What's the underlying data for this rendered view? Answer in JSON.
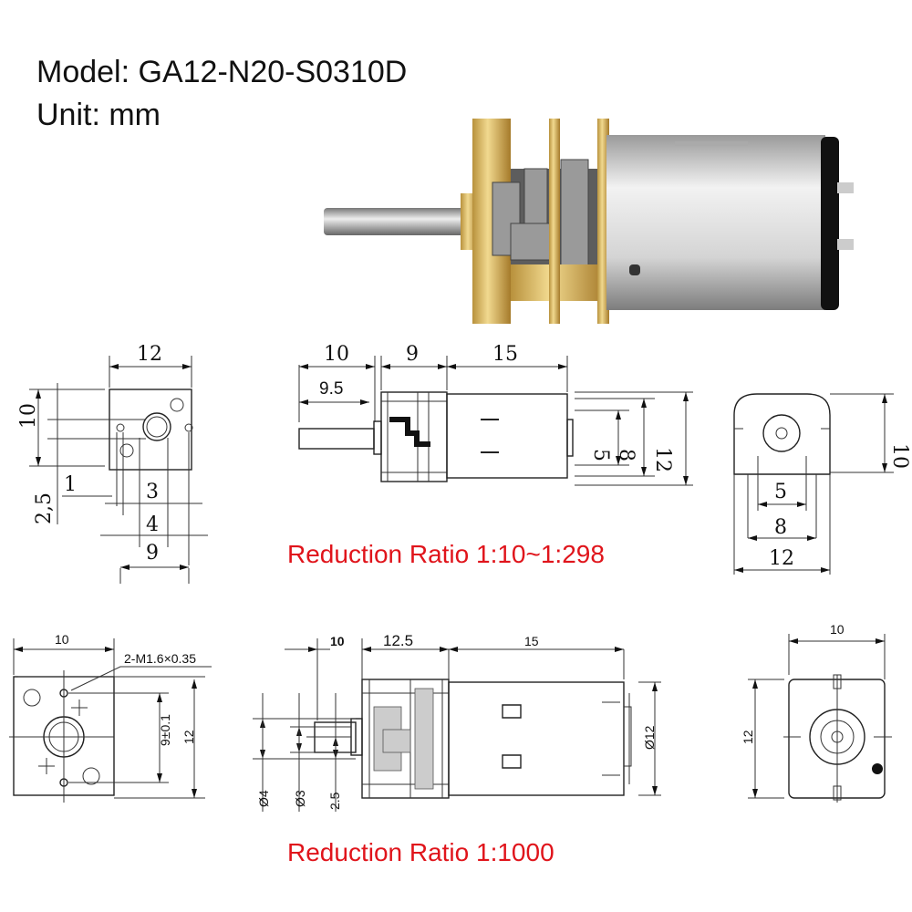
{
  "header": {
    "model_label": "Model:",
    "model_value": "GA12-N20-S0310D",
    "unit": "Unit: mm"
  },
  "top_drawings": {
    "front": {
      "width": "12",
      "height": "10",
      "offset": "2,5",
      "d1": "1",
      "d3": "3",
      "d4": "4",
      "d9": "9"
    },
    "side": {
      "shaft": "10",
      "shaft_inner": "9.5",
      "gearbox": "9",
      "motor": "15",
      "d5": "5",
      "d8": "8",
      "d12": "12"
    },
    "end": {
      "height": "10",
      "d5": "5",
      "d8": "8",
      "d12": "12"
    },
    "ratio": "Reduction Ratio 1:10~1:298"
  },
  "bottom_drawings": {
    "front": {
      "width": "10",
      "thread": "2-M1.6×0.35",
      "hole_spacing": "9±0.1",
      "height": "12"
    },
    "side": {
      "shaft": "10",
      "gearbox": "12.5",
      "motor": "15",
      "dia_motor": "Ø12",
      "dia_shaft": "Ø4",
      "dia_flat": "Ø3",
      "flat": "2.5"
    },
    "end": {
      "width": "10",
      "height": "12"
    },
    "ratio": "Reduction Ratio 1:1000"
  }
}
